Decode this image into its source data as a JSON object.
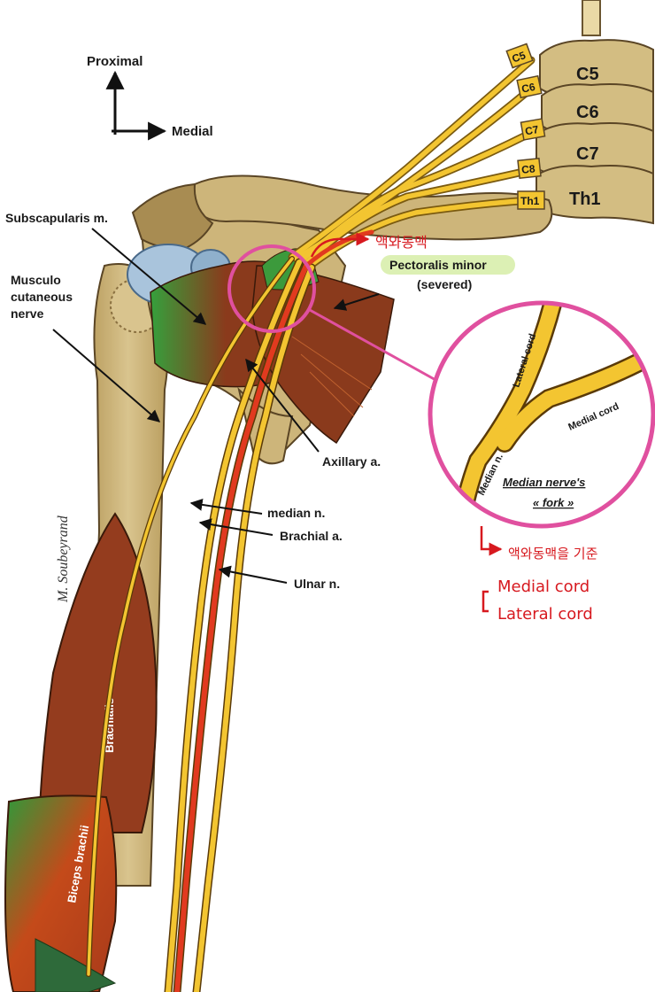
{
  "orientation": {
    "proximal": "Proximal",
    "medial": "Medial"
  },
  "vertebrae": {
    "c5": "C5",
    "c6": "C6",
    "c7": "C7",
    "th1": "Th1"
  },
  "roots": {
    "c5": "C5",
    "c6": "C6",
    "c7": "C7",
    "c8": "C8",
    "th1": "Th1"
  },
  "labels": {
    "subscapularis": "Subscapularis m.",
    "musculo_1": "Musculo",
    "musculo_2": "cutaneous",
    "musculo_3": "nerve",
    "pectoralis_1": "Pectoralis minor",
    "pectoralis_2": "(severed)",
    "axillary": "Axillary a.",
    "median": "median n.",
    "brachial": "Brachial a.",
    "ulnar": "Ulnar n.",
    "brachialis": "Brachialis",
    "biceps": "Biceps brachii",
    "signature": "M. Soubeyrand"
  },
  "inset": {
    "lateral_cord": "Lateral cord",
    "medial_cord": "Medial cord",
    "median_n": "Median n.",
    "caption_1": "Median nerve's",
    "caption_2": "« fork »"
  },
  "handwritten": {
    "top_note": "액와동맥",
    "bottom_note": "액와동맥을 기준",
    "medial": "Medial cord",
    "lateral": "Lateral cord"
  },
  "colors": {
    "bone": "#cdb57a",
    "nerve": "#f3c531",
    "artery": "#e13a1f",
    "muscle": "#8a3a1c",
    "highlight": "#e0509f",
    "annotation": "#d7191f"
  }
}
